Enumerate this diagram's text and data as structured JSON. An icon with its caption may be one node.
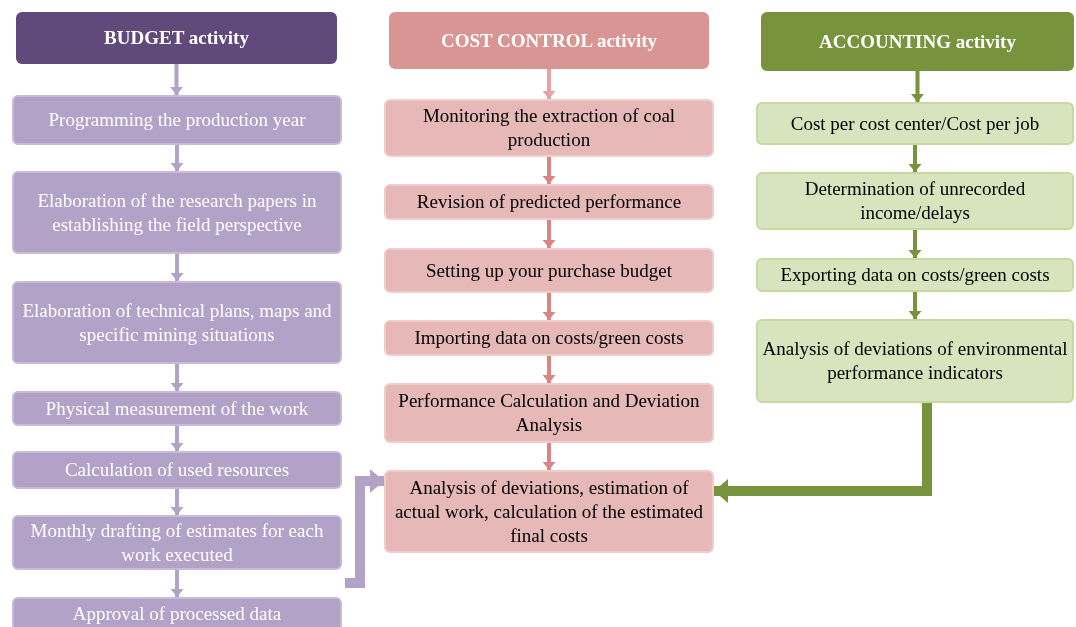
{
  "diagram": {
    "nodes": [
      {
        "text": [
          "BUDGET activity"
        ]
      },
      {
        "text": [
          "Programming the production year"
        ]
      },
      {
        "text": [
          "Elaboration of the research papers in establishing the field perspective"
        ]
      },
      {
        "text": [
          "Elaboration of technical plans, maps and specific mining situations"
        ]
      },
      {
        "text": [
          "Physical measurement of the work"
        ]
      },
      {
        "text": [
          "Calculation of used resources"
        ]
      },
      {
        "text": [
          "Monthly drafting of estimates for each work executed"
        ]
      },
      {
        "text": [
          "Approval of processed data"
        ]
      },
      {
        "text": [
          "COST CONTROL activity"
        ]
      },
      {
        "text": [
          "Monitoring the extraction of coal production"
        ]
      },
      {
        "text": [
          "Revision of predicted performance"
        ]
      },
      {
        "text": [
          "Setting up your purchase budget"
        ]
      },
      {
        "text": [
          "Importing data on costs/green costs"
        ]
      },
      {
        "text": [
          "Performance Calculation and Deviation Analysis"
        ]
      },
      {
        "text": [
          "Analysis of deviations, estimation of actual work, calculation of the estimated final costs"
        ]
      },
      {
        "text": [
          "ACCOUNTING activity"
        ]
      },
      {
        "text": [
          "Cost per cost center/Cost per job"
        ]
      },
      {
        "text": [
          "Determination of unrecorded income/delays"
        ]
      },
      {
        "text": [
          "Exporting data on costs/green costs"
        ]
      },
      {
        "text": [
          "Analysis of deviations of environmental performance indicators"
        ]
      }
    ],
    "edges": [
      {
        "from": 0,
        "to": 1,
        "arrow": "to",
        "color": "#b3a2c7"
      },
      {
        "from": 1,
        "to": 2,
        "arrow": "to",
        "color": "#b3a2c7"
      },
      {
        "from": 2,
        "to": 3,
        "arrow": "to",
        "color": "#b3a2c7"
      },
      {
        "from": 3,
        "to": 4,
        "arrow": "to",
        "color": "#b3a2c7"
      },
      {
        "from": 4,
        "to": 5,
        "arrow": "to",
        "color": "#b3a2c7"
      },
      {
        "from": 5,
        "to": 6,
        "arrow": "to",
        "color": "#b3a2c7"
      },
      {
        "from": 6,
        "to": 7,
        "arrow": "to",
        "color": "#b3a2c7"
      },
      {
        "from": 8,
        "to": 9,
        "arrow": "to",
        "color": "#e6a3a2"
      },
      {
        "from": 9,
        "to": 10,
        "arrow": "to",
        "color": "#d98584"
      },
      {
        "from": 10,
        "to": 11,
        "arrow": "to",
        "color": "#d98584"
      },
      {
        "from": 11,
        "to": 12,
        "arrow": "to",
        "color": "#d98584"
      },
      {
        "from": 12,
        "to": 13,
        "arrow": "to",
        "color": "#d98584"
      },
      {
        "from": 13,
        "to": 14,
        "arrow": "to",
        "color": "#d98584"
      },
      {
        "from": 15,
        "to": 16,
        "arrow": "to",
        "color": "#77933c"
      },
      {
        "from": 16,
        "to": 17,
        "arrow": "to",
        "color": "#77933c"
      },
      {
        "from": 17,
        "to": 18,
        "arrow": "to",
        "color": "#77933c"
      },
      {
        "from": 18,
        "to": 19,
        "arrow": "to",
        "color": "#77933c"
      },
      {
        "from": null,
        "to": 14,
        "arrow": "to",
        "style": "thick",
        "color": "#b3a2c7"
      },
      {
        "from": 19,
        "to": 14,
        "arrow": "to",
        "style": "thick",
        "color": "#77933c"
      }
    ]
  }
}
